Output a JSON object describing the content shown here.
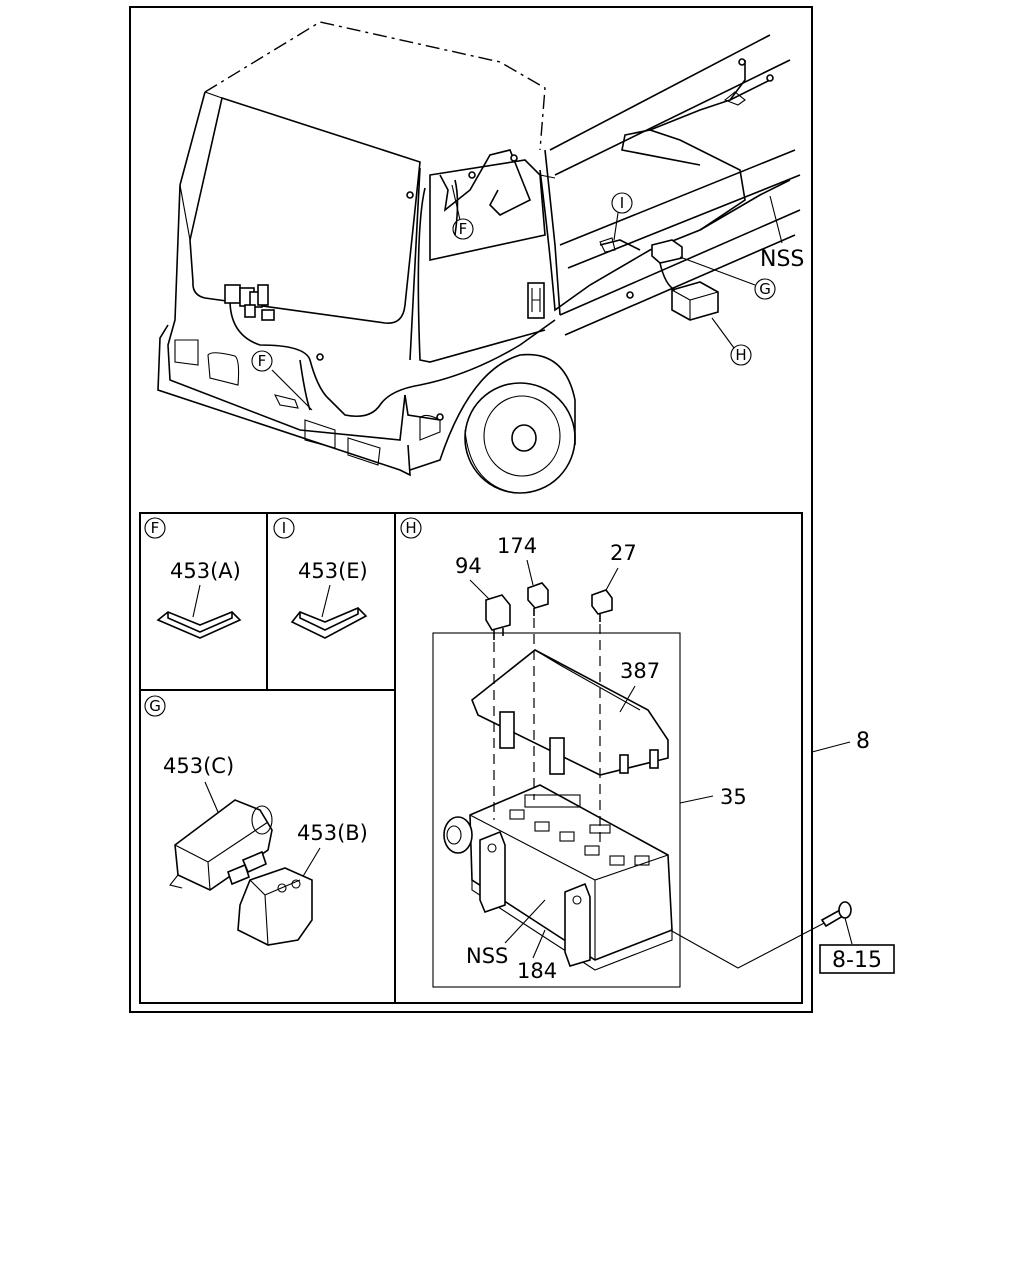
{
  "callouts": {
    "F_top": "F",
    "F_lower": "F",
    "I": "I",
    "G": "G",
    "H": "H",
    "nss_frame": "NSS",
    "assembly": "8",
    "ref": "8-15"
  },
  "panels": {
    "F": {
      "tag": "F",
      "part": "453(A)"
    },
    "I": {
      "tag": "I",
      "part": "453(E)"
    },
    "G": {
      "tag": "G",
      "part_c": "453(C)",
      "part_b": "453(B)"
    },
    "H": {
      "tag": "H",
      "p94": "94",
      "p174": "174",
      "p27": "27",
      "p387": "387",
      "p35": "35",
      "nss": "NSS",
      "p184": "184"
    }
  }
}
